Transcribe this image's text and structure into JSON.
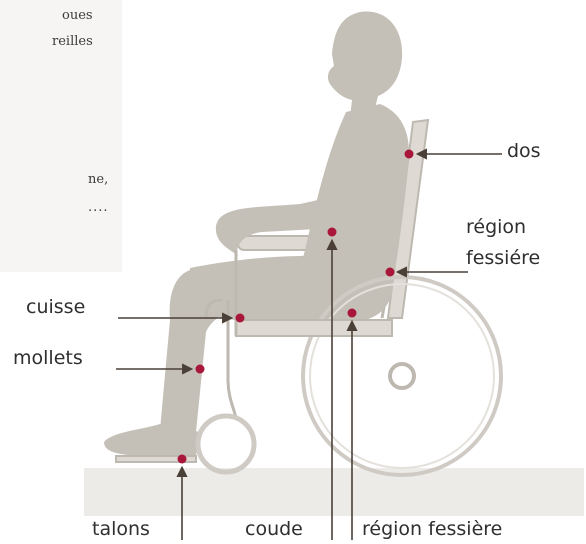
{
  "background_text": {
    "line1": "oues",
    "line2": "reilles",
    "line3": "ne,",
    "line4": "...."
  },
  "labels": {
    "dos": "dos",
    "region_fessiere_right_line1": "région",
    "region_fessiere_right_line2": "fessiére",
    "cuisse": "cuisse",
    "mollets": "mollets",
    "talons": "talons",
    "coude": "coude",
    "region_fessiere_bottom": "région fessière"
  },
  "colors": {
    "body": "#c5c0b7",
    "wheelchair": "#dedad3",
    "wheelchair_stroke": "#bdb8b0",
    "pressure_point": "#a8163a",
    "arrow": "#4a4038",
    "floor": "#ecebe7"
  }
}
